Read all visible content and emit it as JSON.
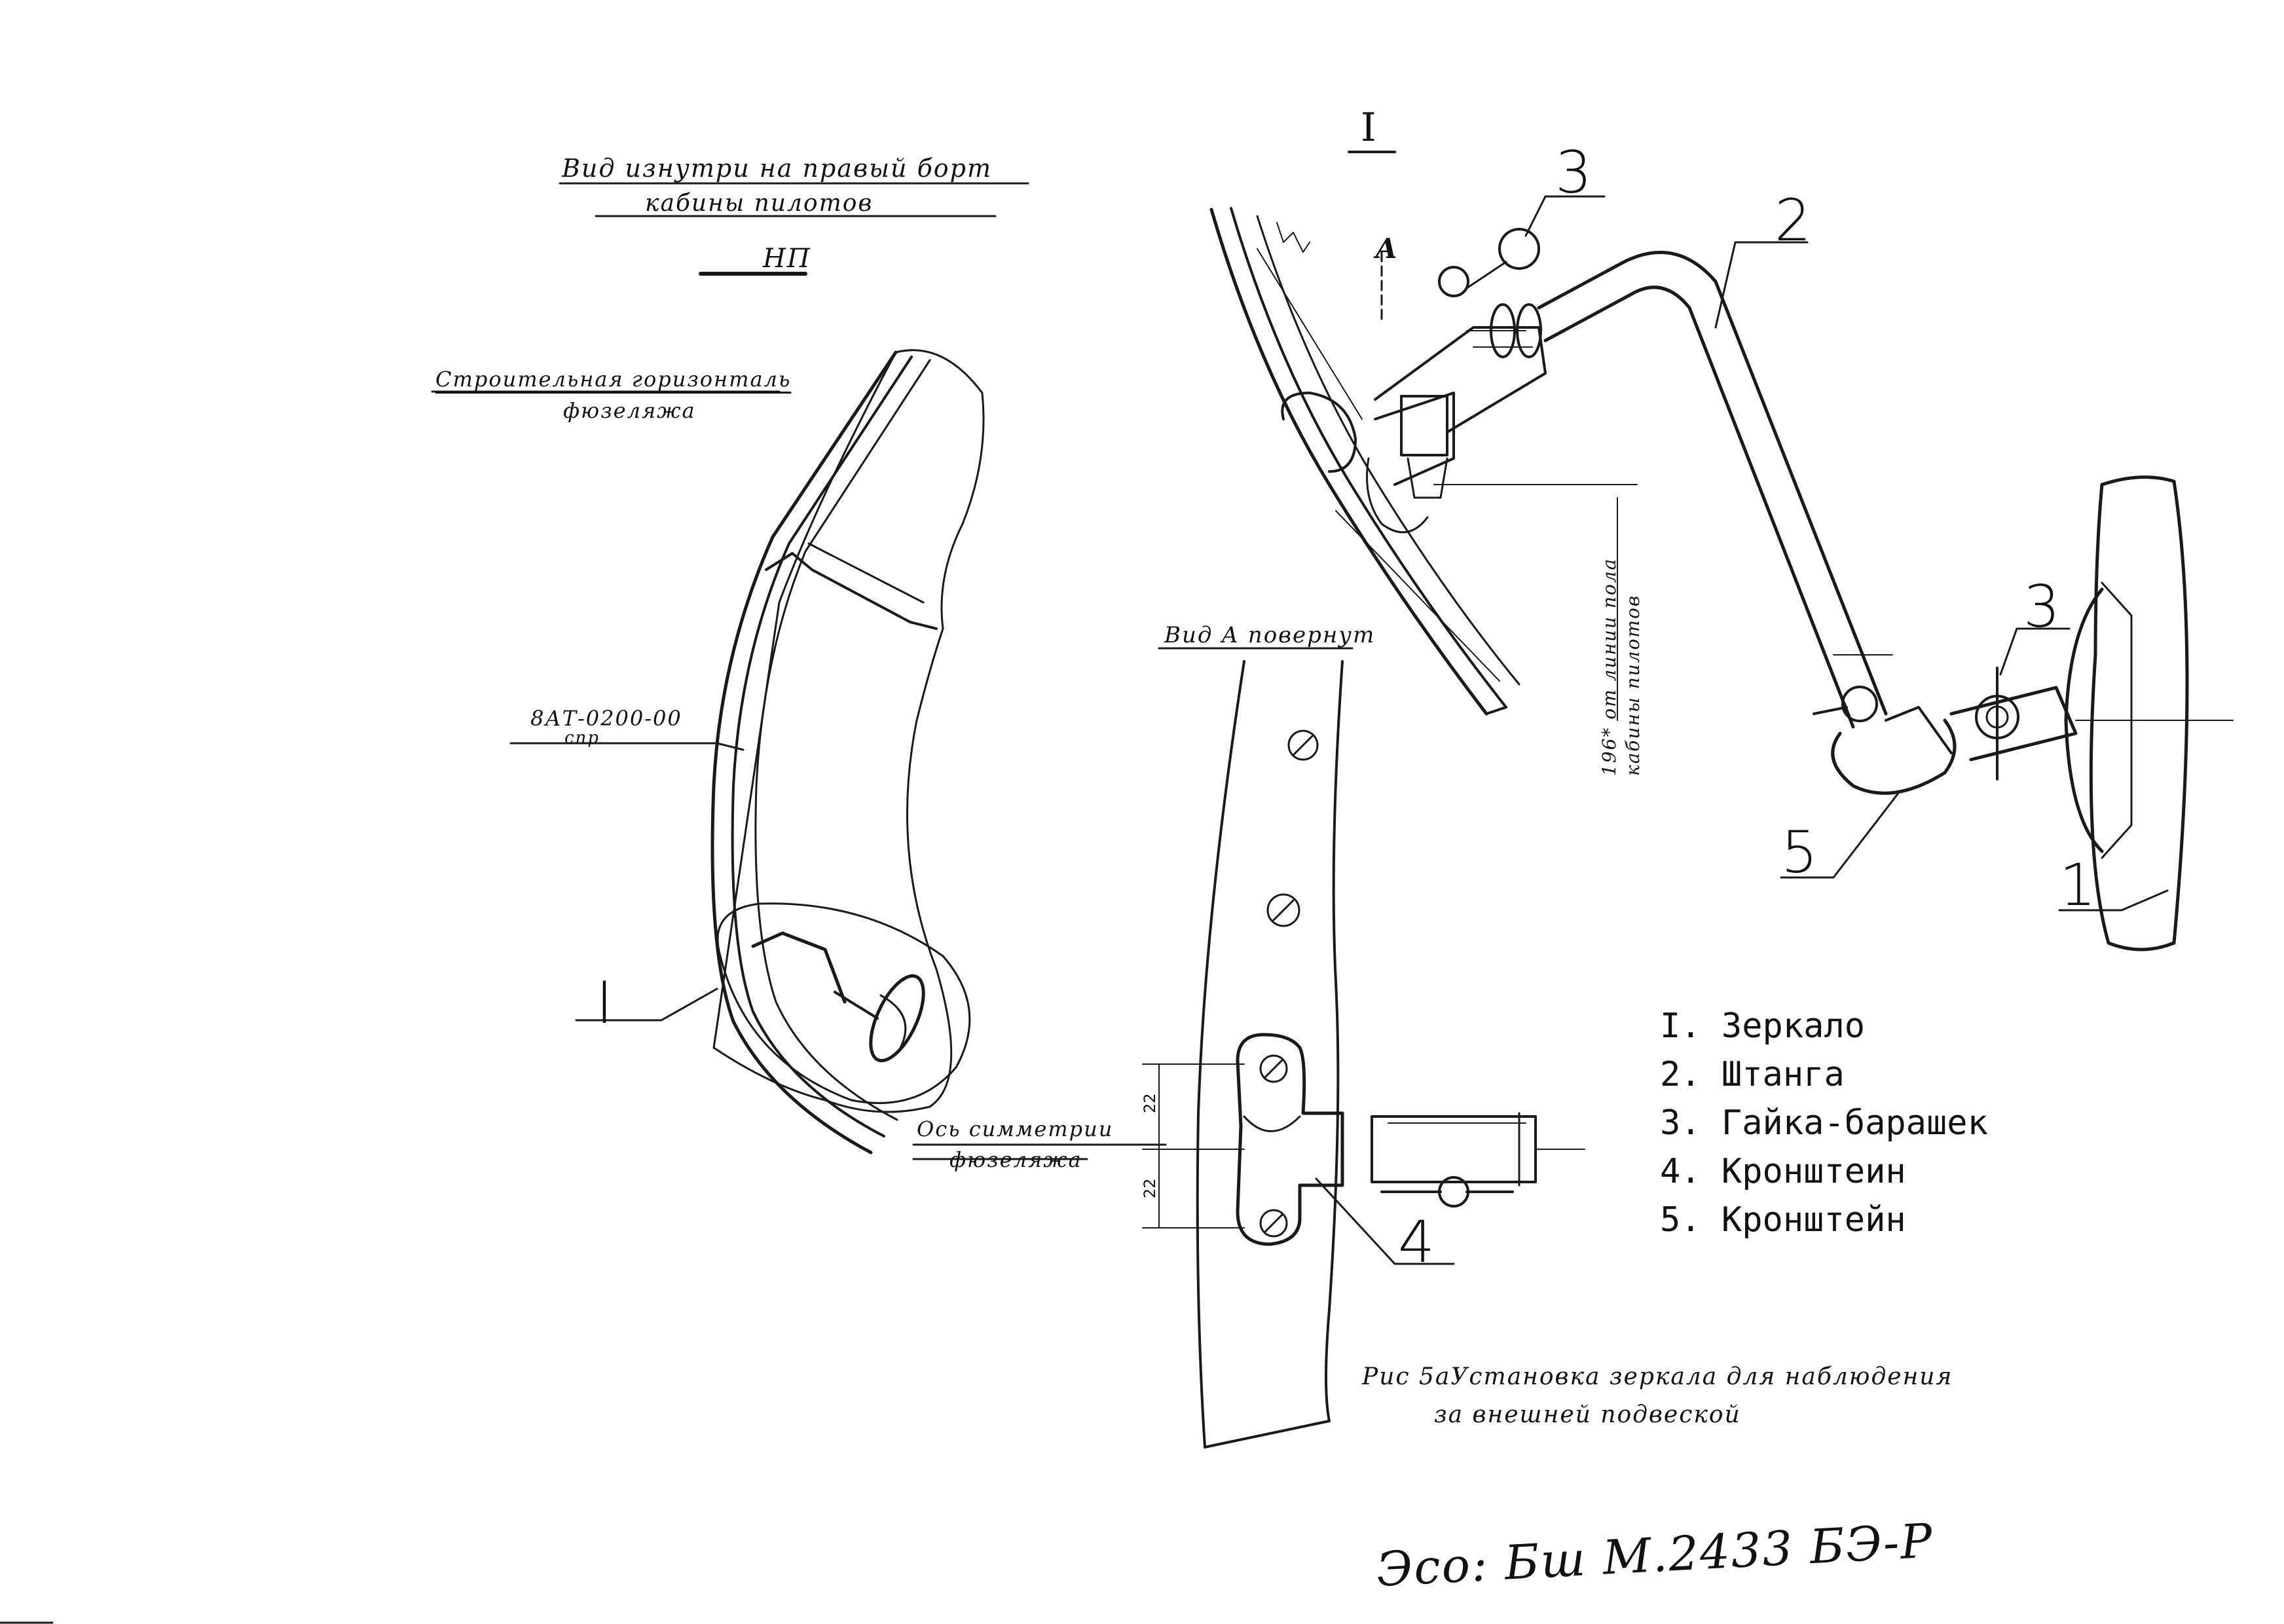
{
  "header": {
    "view_title_line1": "Вид изнутри на правый борт",
    "view_title_line2": "кабины пилотов",
    "np_label": "НП"
  },
  "left_view": {
    "construction_horizontal_line1": "Строительная горизонталь",
    "construction_horizontal_line2": "фюзеляжа",
    "part_number_line1": "8АТ-0200-00",
    "part_number_line2": "спр",
    "detail_callout": "I",
    "symmetry_axis_line1": "Ось симметрии",
    "symmetry_axis_line2": "фюзеляжа"
  },
  "detail_view": {
    "title": "I",
    "view_a_marker": "А",
    "dimension_note_line1": "196* от линии пола",
    "dimension_note_line2": "кабины пилотов"
  },
  "view_a": {
    "title": "Вид А повернут",
    "dim_upper": "22",
    "dim_lower": "22"
  },
  "callouts": {
    "c1": "1",
    "c2": "2",
    "c3a": "3",
    "c3b": "3",
    "c4": "4",
    "c5": "5"
  },
  "legend": {
    "items": [
      "I. Зеркало",
      "2. Штанга",
      "3. Гайка-барашек",
      "4. Кронштеин",
      "5. Кронштейн"
    ]
  },
  "caption": {
    "line1": "Рис 5аУстановка зеркала для наблюдения",
    "line2": "за внешней подвеской"
  },
  "footer": {
    "handwritten_ref": "Эсо: Бш М.2433 БЭ-Р"
  }
}
